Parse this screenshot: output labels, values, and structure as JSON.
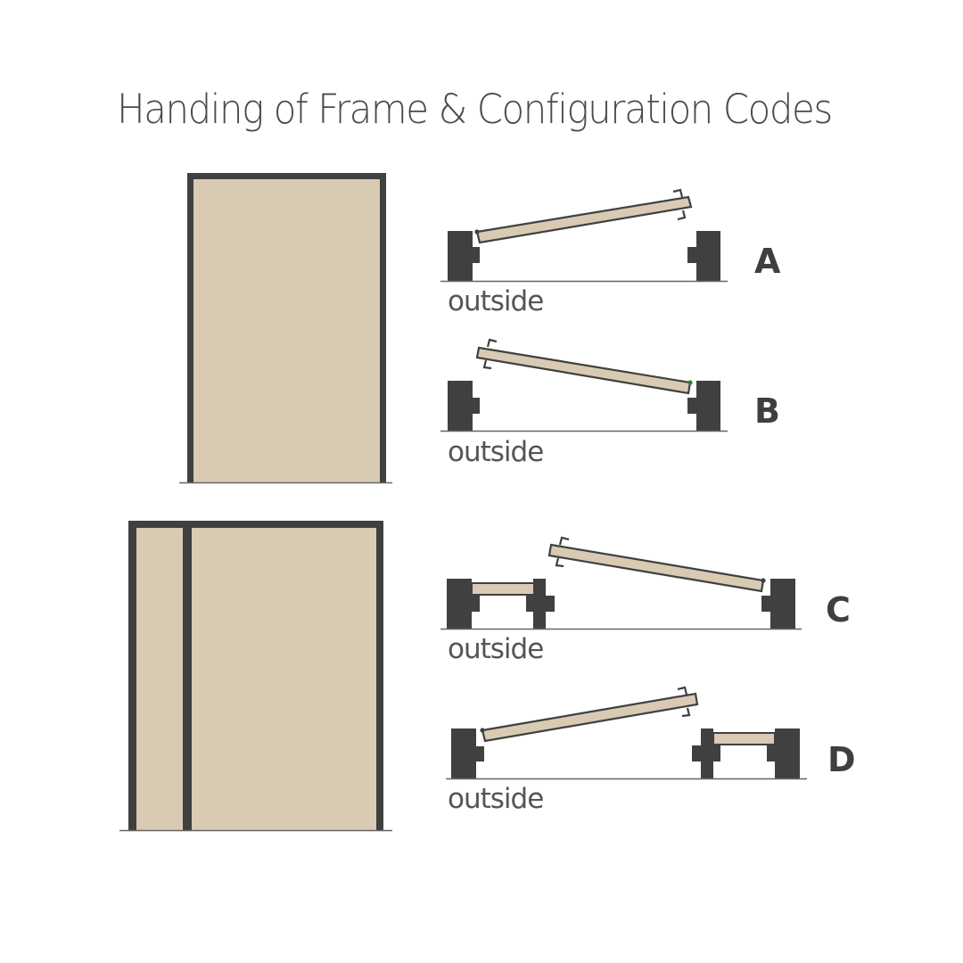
{
  "title": "Handing of Frame & Configuration Codes",
  "colors": {
    "frame": "#404040",
    "panel": "#d9cab4",
    "floor_line": "#666666",
    "text": "#4a4a4a",
    "hinge_highlight": "#2e7d32"
  },
  "elevations": [
    {
      "name": "single-door-frame",
      "description": "Single door frame elevation"
    },
    {
      "name": "door-with-sidelight-frame",
      "description": "Door frame with sidelight elevation"
    }
  ],
  "configurations": [
    {
      "code": "A",
      "side_label": "outside",
      "hinge": "left",
      "sidelight": "none"
    },
    {
      "code": "B",
      "side_label": "outside",
      "hinge": "right",
      "sidelight": "none"
    },
    {
      "code": "C",
      "side_label": "outside",
      "hinge": "right",
      "sidelight": "left"
    },
    {
      "code": "D",
      "side_label": "outside",
      "hinge": "left",
      "sidelight": "right"
    }
  ]
}
